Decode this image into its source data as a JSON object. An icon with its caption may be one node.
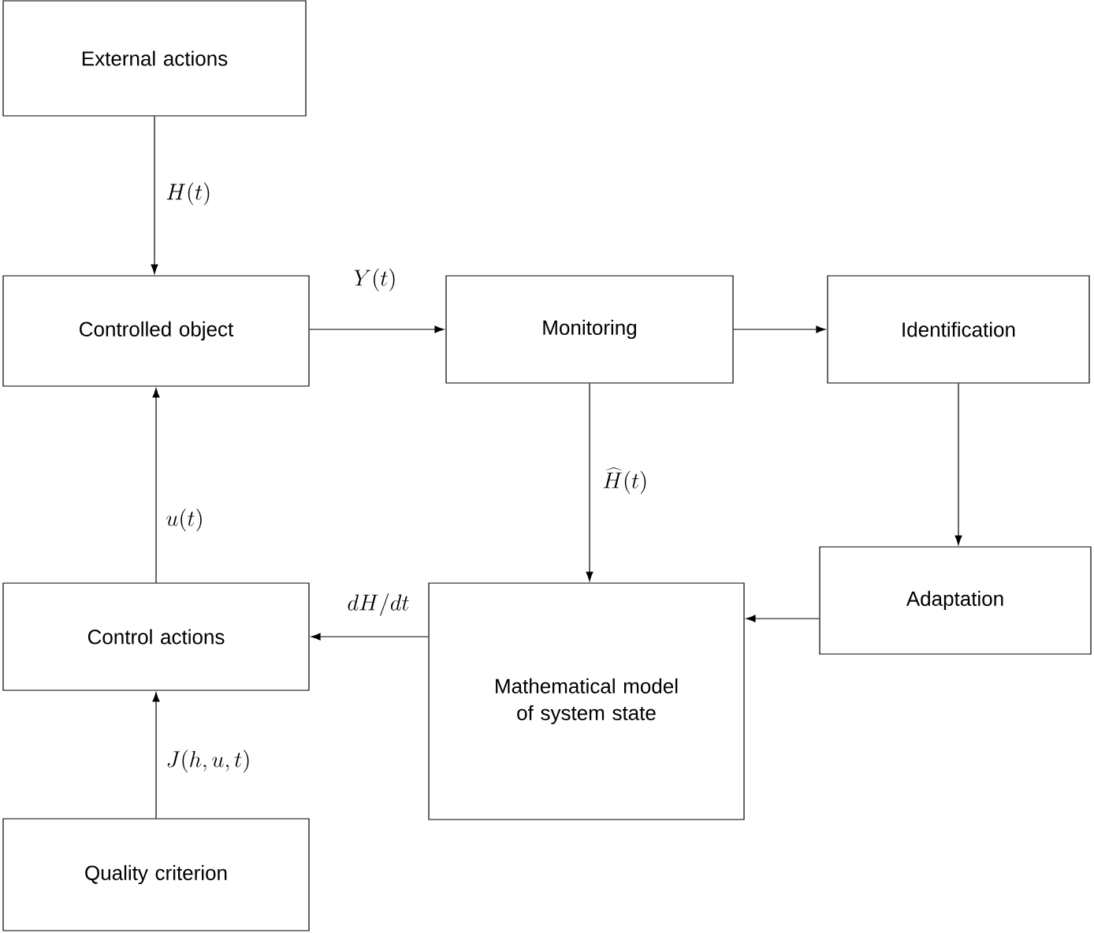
{
  "diagram": {
    "nodes": [
      {
        "text": [
          "External actions"
        ]
      },
      {
        "text": [
          "Controlled object"
        ]
      },
      {
        "text": [
          "Monitoring"
        ]
      },
      {
        "text": [
          "Identification"
        ]
      },
      {
        "text": [
          "Control actions"
        ]
      },
      {
        "text": [
          "Mathematical model of system state"
        ]
      },
      {
        "text": [
          "Adaptation"
        ]
      },
      {
        "text": [
          "Quality criterion"
        ]
      }
    ],
    "edges": [
      {
        "from": 0,
        "to": 1,
        "arrow": "to",
        "label": "H(t)"
      },
      {
        "from": 1,
        "to": 2,
        "arrow": "to",
        "label": "Y(t)"
      },
      {
        "from": 2,
        "to": 3,
        "arrow": "to"
      },
      {
        "from": 2,
        "to": 5,
        "arrow": "to",
        "label": "\\widehat{H}(t)"
      },
      {
        "from": 3,
        "to": 6,
        "arrow": "to"
      },
      {
        "from": 6,
        "to": 5,
        "arrow": "to"
      },
      {
        "from": 5,
        "to": 4,
        "arrow": "to",
        "label": "dH/dt"
      },
      {
        "from": 4,
        "to": 1,
        "arrow": "to",
        "label": "u(t)"
      },
      {
        "from": 7,
        "to": 4,
        "arrow": "to",
        "label": "J(h,u,t)"
      }
    ]
  }
}
